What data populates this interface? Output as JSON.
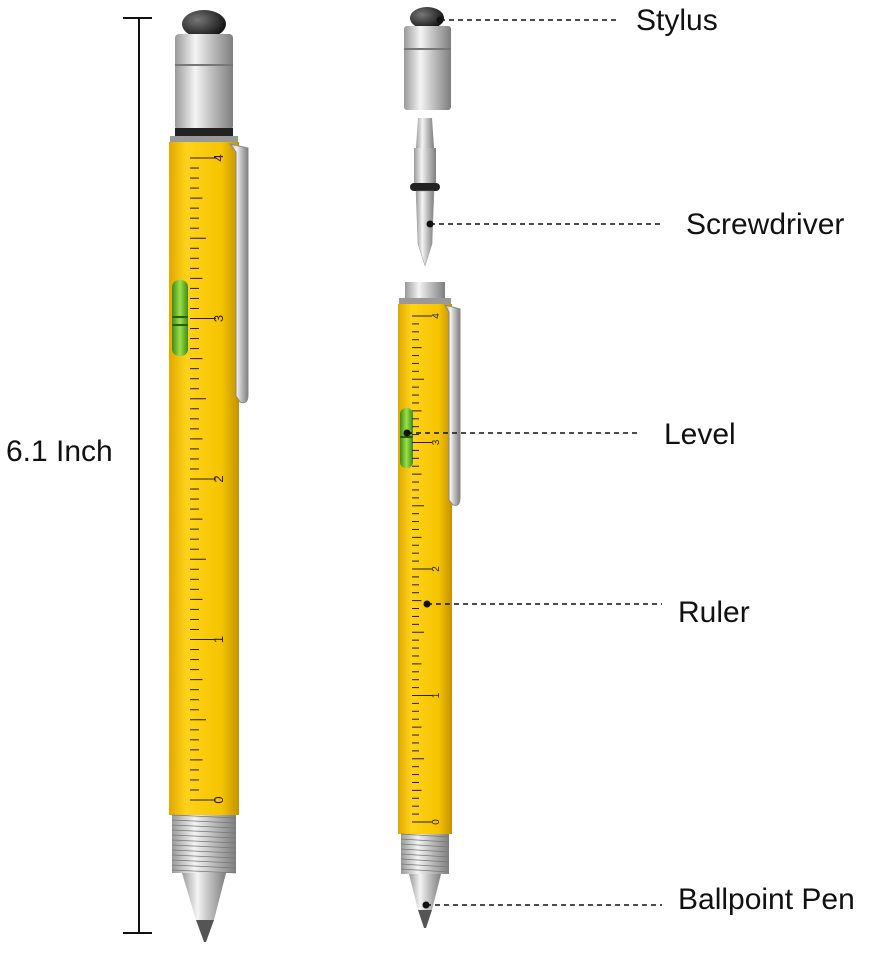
{
  "dimension": {
    "label": "6.1 Inch"
  },
  "callouts": [
    {
      "key": "stylus",
      "label": "Stylus"
    },
    {
      "key": "screwdriver",
      "label": "Screwdriver"
    },
    {
      "key": "level",
      "label": "Level"
    },
    {
      "key": "ruler",
      "label": "Ruler"
    },
    {
      "key": "ballpoint",
      "label": "Ballpoint Pen"
    }
  ],
  "ruler_numbers": [
    "0",
    "1",
    "2",
    "3",
    "4"
  ],
  "colors": {
    "barrel": "#f2c200",
    "barrel_shade": "#c99a00",
    "chrome": "#c8c8c8",
    "level_vial": "#7dc832",
    "stylus_tip": "#222222"
  }
}
